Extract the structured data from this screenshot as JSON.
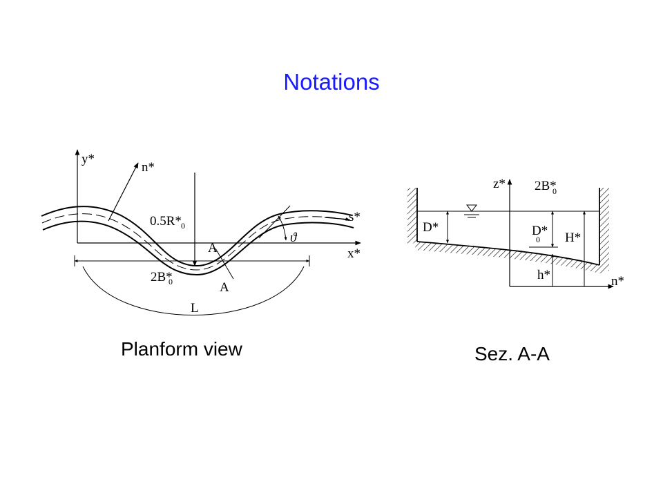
{
  "title": "Notations",
  "captions": {
    "planform": "Planform view",
    "section": "Sez. A-A"
  },
  "planform_labels": {
    "y_axis": "y*",
    "x_axis": "x*",
    "normal": "n*",
    "streamwise": "s*",
    "radius": "0.5R*",
    "radius_sub": "0",
    "width": "2B*",
    "width_sub": "0",
    "wavelength": "L",
    "section_top": "A",
    "section_bottom": "A",
    "angle": "ϑ"
  },
  "section_labels": {
    "z_axis": "z*",
    "n_axis": "n*",
    "width": "2B*",
    "width_sub": "0",
    "depth_local": "D*",
    "depth_mean": "D*",
    "depth_mean_sub": "0",
    "surface_elev": "H*",
    "bed_elev": "h*"
  },
  "colors": {
    "title": "#1a1aff",
    "ink": "#000000"
  }
}
